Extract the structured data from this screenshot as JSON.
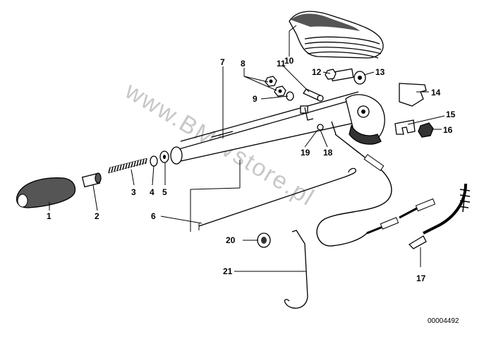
{
  "callouts": {
    "c1": "1",
    "c2": "2",
    "c3": "3",
    "c4": "4",
    "c5": "5",
    "c6": "6",
    "c7": "7",
    "c8": "8",
    "c9": "9",
    "c10": "10",
    "c11": "11",
    "c12": "12",
    "c13": "13",
    "c14": "14",
    "c15": "15",
    "c16": "16",
    "c17": "17",
    "c18": "18",
    "c19": "19",
    "c20": "20",
    "c21": "21"
  },
  "diagram_code": "00004492",
  "watermark": "www.BMWstore.pl",
  "colors": {
    "ink": "#000000",
    "paper": "#ffffff",
    "watermark": "#9a9a9a"
  }
}
